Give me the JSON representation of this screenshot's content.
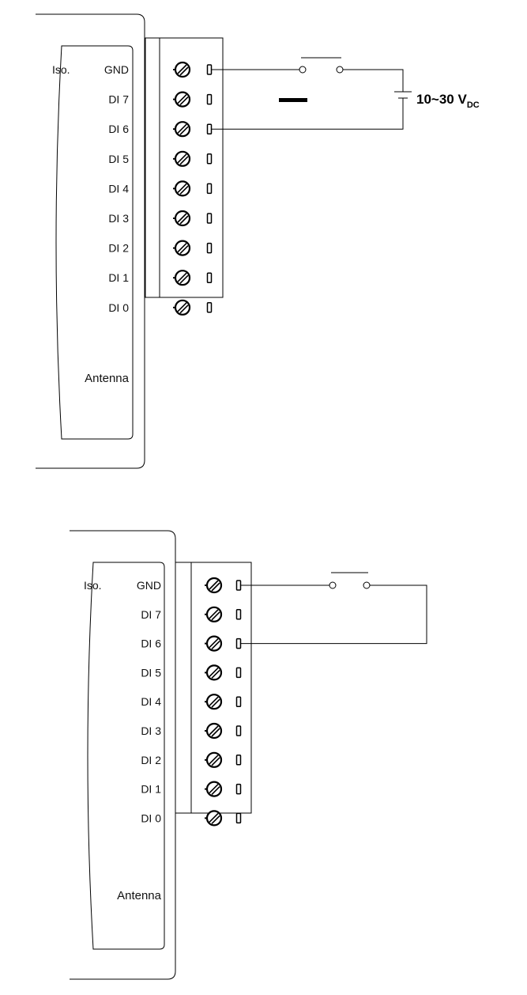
{
  "diagrams": [
    {
      "iso_label": "Iso.",
      "pins": [
        "GND",
        "DI 7",
        "DI 6",
        "DI 5",
        "DI 4",
        "DI 3",
        "DI 2",
        "DI 1",
        "DI 0"
      ],
      "antenna_label": "Antenna",
      "wired_pins": [
        "GND",
        "DI 6"
      ],
      "has_switch": true,
      "has_power_source": true,
      "power_label_main": "10~30 V",
      "power_label_sub": "DC"
    },
    {
      "iso_label": "Iso.",
      "pins": [
        "GND",
        "DI 7",
        "DI 6",
        "DI 5",
        "DI 4",
        "DI 3",
        "DI 2",
        "DI 1",
        "DI 0"
      ],
      "antenna_label": "Antenna",
      "wired_pins": [
        "GND",
        "DI 6"
      ],
      "has_switch": true,
      "has_power_source": false
    }
  ],
  "icons": {
    "terminal_screw": "terminal-screw-icon",
    "terminal_contact": "terminal-contact-icon",
    "switch": "switch-icon",
    "battery": "battery-icon"
  }
}
